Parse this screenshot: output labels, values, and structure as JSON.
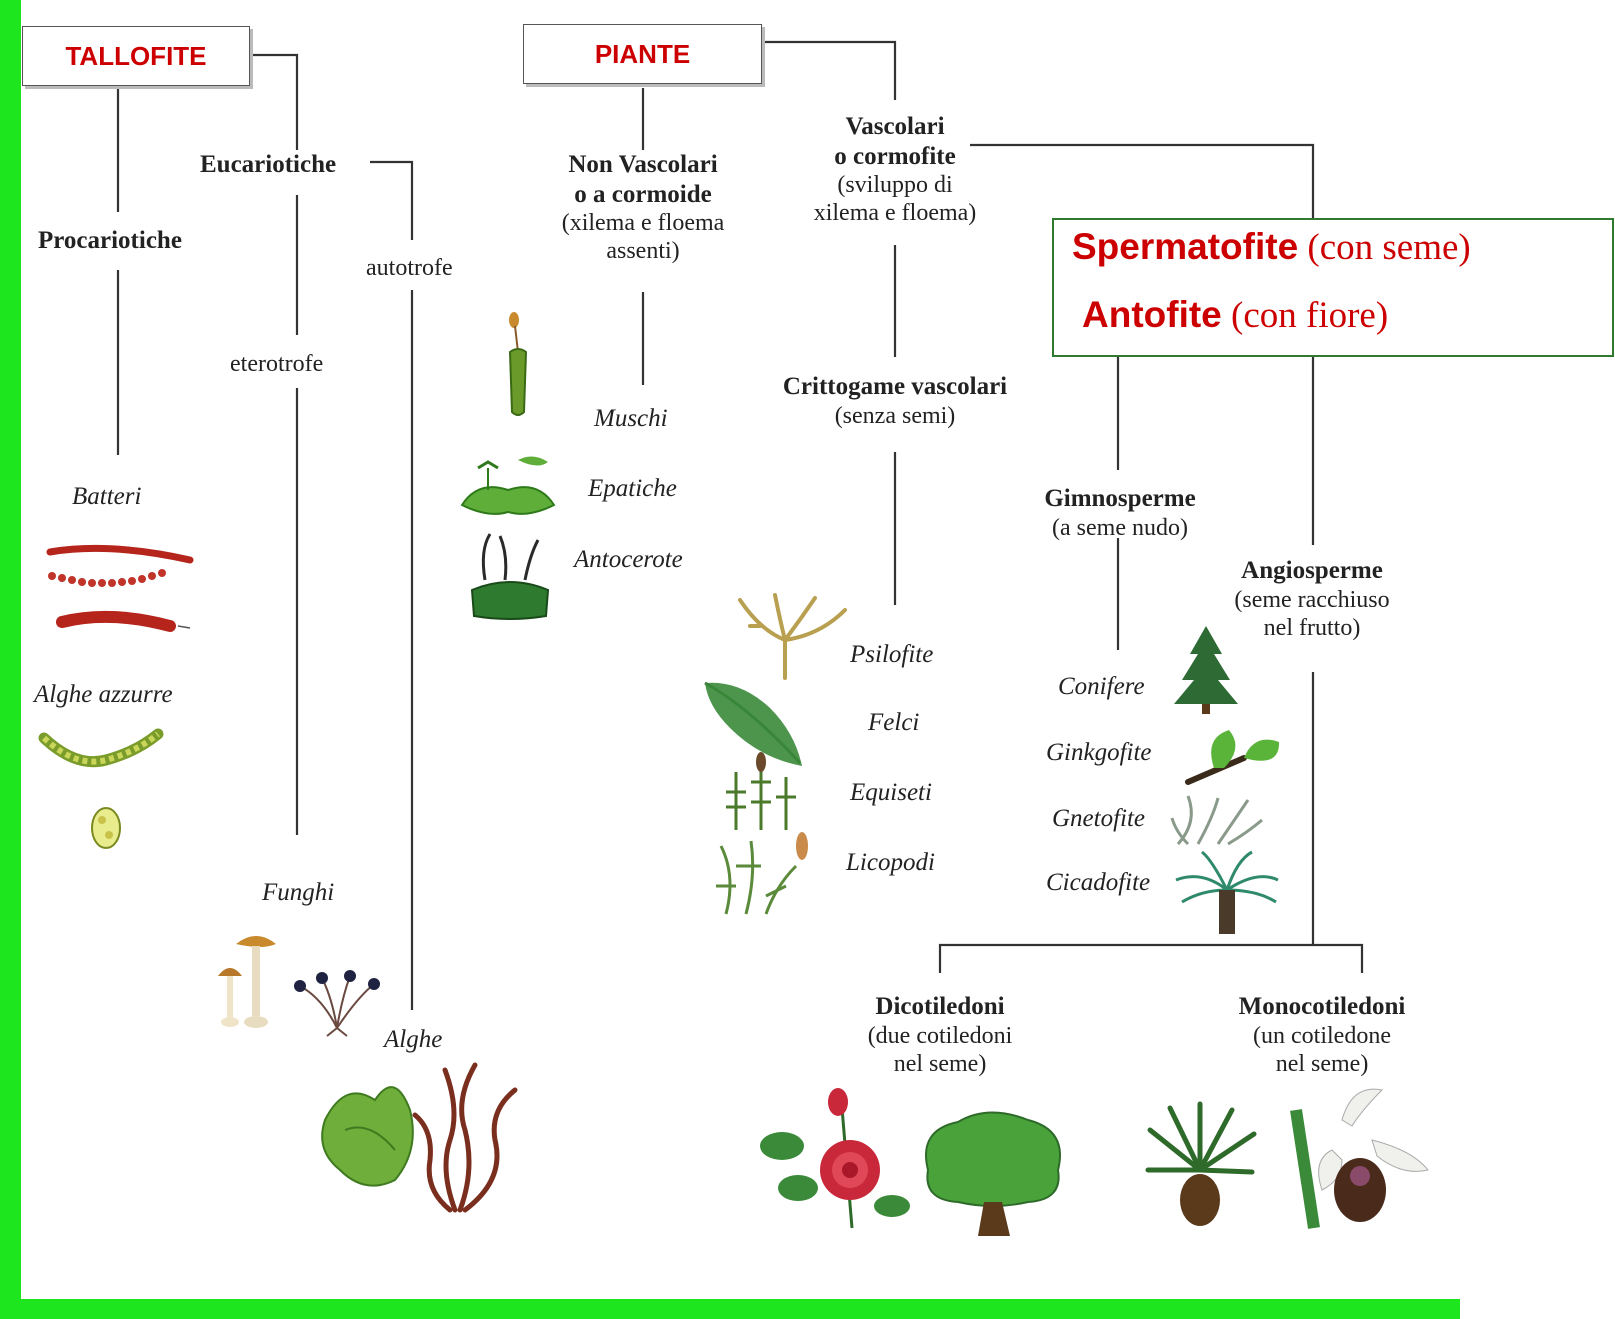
{
  "colors": {
    "frame_green": "#1ee61e",
    "accent_red": "#cc0000",
    "line": "#333333",
    "box_border": "#2f7a2f"
  },
  "boxes": {
    "tallofite": "TALLOFITE",
    "piante": "PIANTE"
  },
  "spermatofite": {
    "line1_bold": "Spermatofite",
    "line1_rest": " (con seme)",
    "line2_bold": "Antofite",
    "line2_rest": " (con fiore)"
  },
  "labels": {
    "procariotiche": "Procariotiche",
    "eucariotiche": "Eucariotiche",
    "autotrofe": "autotrofe",
    "eterotrofe": "eterotrofe",
    "batteri": "Batteri",
    "alghe_azzurre": "Alghe azzurre",
    "funghi": "Funghi",
    "alghe": "Alghe",
    "non_vascolari": [
      "Non Vascolari",
      "o a cormoide",
      "(xilema e floema",
      "assenti)"
    ],
    "muschi": "Muschi",
    "epatiche": "Epatiche",
    "antocerote": "Antocerote",
    "vascolari": [
      "Vascolari",
      "o cormofite",
      "(sviluppo di",
      "xilema e floema)"
    ],
    "crittogame": [
      "Crittogame vascolari",
      "(senza semi)"
    ],
    "psilofite": "Psilofite",
    "felci": "Felci",
    "equiseti": "Equiseti",
    "licopodi": "Licopodi",
    "gimnosperme": [
      "Gimnosperme",
      "(a seme nudo)"
    ],
    "conifere": "Conifere",
    "ginkgofite": "Ginkgofite",
    "gnetofite": "Gnetofite",
    "cicadofite": "Cicadofite",
    "angiosperme": [
      "Angiosperme",
      "(seme racchiuso",
      "nel frutto)"
    ],
    "dicotiledoni": [
      "Dicotiledoni",
      "(due cotiledoni",
      "nel seme)"
    ],
    "monocotiledoni": [
      "Monocotiledoni",
      "(un cotiledone",
      "nel seme)"
    ]
  },
  "illustrations": [
    "bacteria-illustration",
    "blue-algae-illustration",
    "mushroom-illustration",
    "mold-illustration",
    "algae-illustration",
    "moss-illustration",
    "liverwort-illustration",
    "hornwort-illustration",
    "psilophyte-illustration",
    "fern-illustration",
    "horsetail-illustration",
    "clubmoss-illustration",
    "conifer-illustration",
    "ginkgo-illustration",
    "gnetophyte-illustration",
    "cycad-illustration",
    "rose-illustration",
    "tree-illustration",
    "palm-illustration",
    "orchid-illustration"
  ]
}
